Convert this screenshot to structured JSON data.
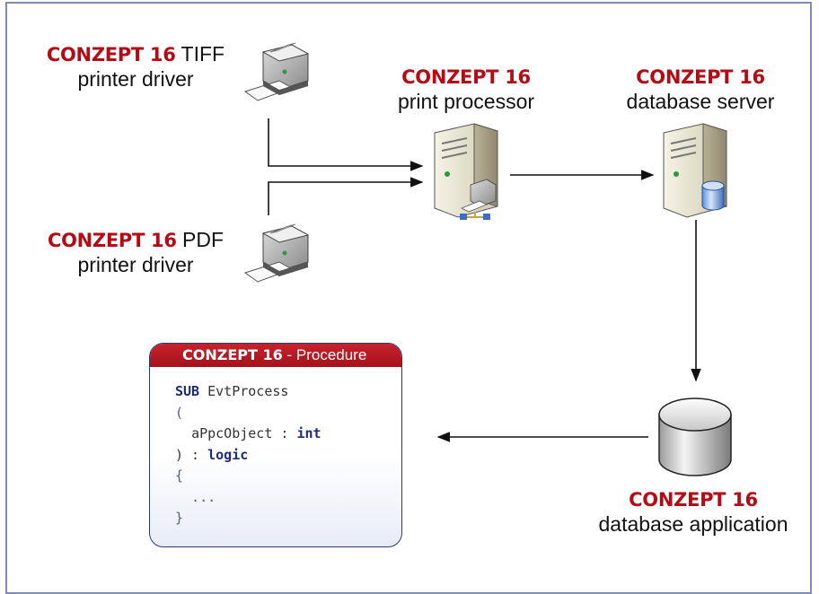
{
  "brand": "CONZEPT 16",
  "tiff_driver": {
    "type": "TIFF",
    "line2": "printer driver"
  },
  "pdf_driver": {
    "type": "PDF",
    "line2": "printer driver"
  },
  "print_processor": {
    "line2": "print processor"
  },
  "database_server": {
    "line2": "database server"
  },
  "database_application": {
    "line2": "database application"
  },
  "procedure": {
    "title_suffix": "- Procedure",
    "sub_keyword": "SUB",
    "sub_name": "EvtProcess",
    "open_paren": "(",
    "param_name": "aPpcObject :",
    "param_type": "int",
    "close_paren": ") :",
    "return_type": "logic",
    "open_brace": "{",
    "ellipsis": "...",
    "close_brace": "}"
  },
  "colors": {
    "brand_red": "#b40b16",
    "frame_border": "#7f8bb5",
    "code_keyword": "#1f2b7a"
  },
  "icons": [
    "printer-icon",
    "server-icon",
    "database-icon"
  ]
}
